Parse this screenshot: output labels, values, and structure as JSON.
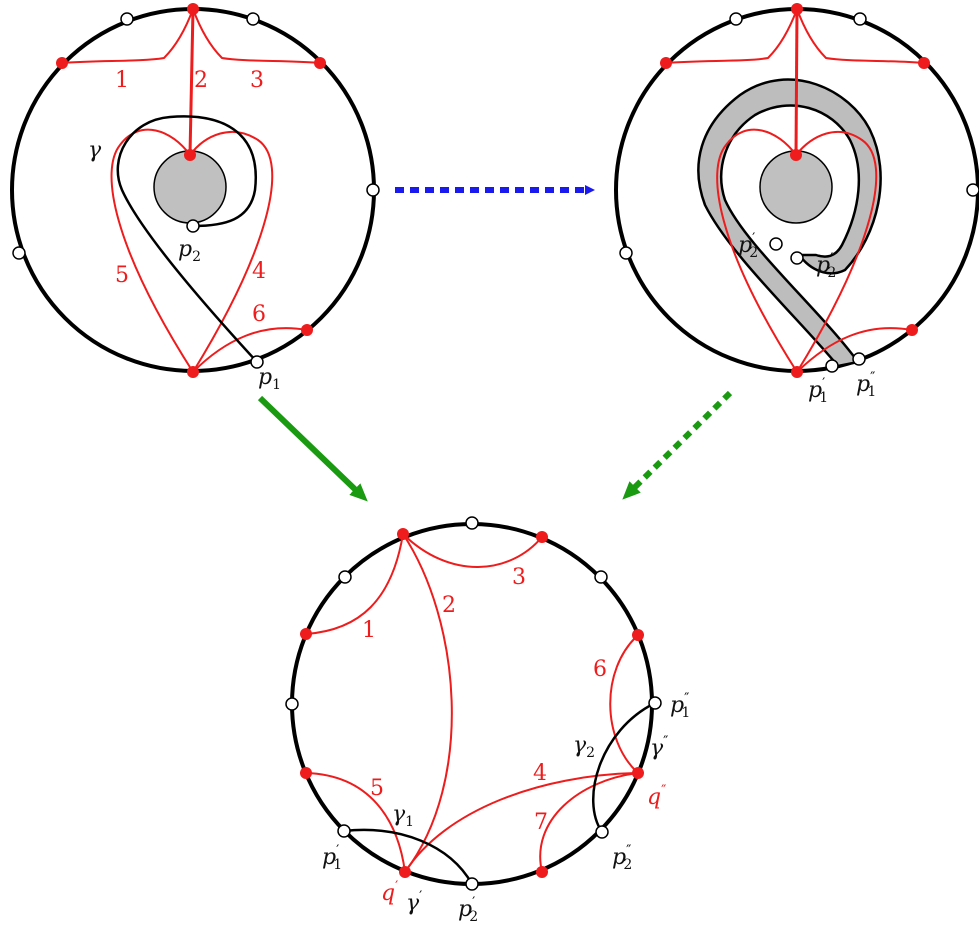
{
  "colors": {
    "arc_red": "#ee1c1c",
    "boundary_black": "#000000",
    "hole_gray": "#c0c0c0",
    "arrow_blue": "#1a1aee",
    "arrow_green": "#1a9a10"
  },
  "panels": {
    "top_left": {
      "arc_labels": [
        "1",
        "2",
        "3",
        "4",
        "5",
        "6"
      ],
      "curve_label": "γ",
      "point_p2": {
        "base": "p",
        "sub": "2"
      },
      "point_p1": {
        "base": "p",
        "sub": "1"
      }
    },
    "top_right": {
      "p2_prime": {
        "base": "p",
        "prime": "′",
        "sub": "2"
      },
      "p2_dprime": {
        "base": "p",
        "prime": "″",
        "sub": "2"
      },
      "p1_prime": {
        "base": "p",
        "prime": "′",
        "sub": "1"
      },
      "p1_dprime": {
        "base": "p",
        "prime": "″",
        "sub": "1"
      }
    },
    "bottom": {
      "arc_labels": [
        "1",
        "2",
        "3",
        "4",
        "5",
        "6",
        "7"
      ],
      "p1_dprime": {
        "base": "p",
        "prime": "″",
        "sub": "1"
      },
      "gamma2": {
        "base": "γ",
        "sub": "2"
      },
      "gamma_dprime": {
        "base": "γ",
        "prime": "″"
      },
      "q_dprime": {
        "base": "q",
        "prime": "″"
      },
      "gamma1": {
        "base": "γ",
        "sub": "1"
      },
      "p2_dprime": {
        "base": "p",
        "prime": "″",
        "sub": "2"
      },
      "p1_prime": {
        "base": "p",
        "prime": "′",
        "sub": "1"
      },
      "q_prime": {
        "base": "q",
        "prime": "′"
      },
      "gamma_prime": {
        "base": "γ",
        "prime": "′"
      },
      "p2_prime": {
        "base": "p",
        "prime": "′",
        "sub": "2"
      }
    }
  },
  "arrows": {
    "top": {
      "style": "dotted",
      "color": "blue"
    },
    "left_down": {
      "style": "solid",
      "color": "green"
    },
    "right_down": {
      "style": "dotted",
      "color": "green"
    }
  }
}
